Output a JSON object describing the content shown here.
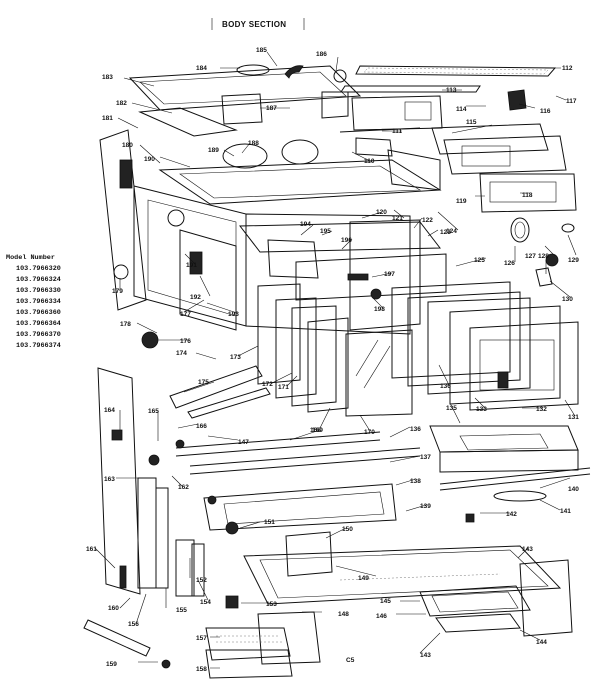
{
  "header": {
    "title": "BODY SECTION"
  },
  "model_list": {
    "heading": "Model Number",
    "numbers": [
      "103.7966320",
      "103.7966324",
      "103.7966330",
      "103.7966334",
      "103.7966360",
      "103.7966364",
      "103.7966370",
      "103.7966374"
    ]
  },
  "footer": {
    "code": "C5"
  },
  "callouts": [
    "185",
    "186",
    "184",
    "183",
    "112",
    "117",
    "182",
    "113",
    "187",
    "114",
    "115",
    "116",
    "181",
    "111",
    "180",
    "188",
    "110",
    "190",
    "189",
    "119",
    "118",
    "124",
    "121",
    "122",
    "120",
    "123",
    "194",
    "195",
    "196",
    "125",
    "126",
    "127",
    "128",
    "129",
    "192",
    "197",
    "191",
    "198",
    "179",
    "130",
    "193",
    "177",
    "178",
    "176",
    "136",
    "133",
    "132",
    "131",
    "174",
    "172",
    "171",
    "169",
    "170",
    "173",
    "175",
    "135",
    "164",
    "165",
    "166",
    "147",
    "168",
    "136",
    "137",
    "138",
    "139",
    "140",
    "141",
    "142",
    "163",
    "162",
    "151",
    "150",
    "143",
    "149",
    "161",
    "153",
    "152",
    "154",
    "155",
    "156",
    "160",
    "145",
    "146",
    "144",
    "148",
    "157",
    "159",
    "158",
    "143"
  ]
}
